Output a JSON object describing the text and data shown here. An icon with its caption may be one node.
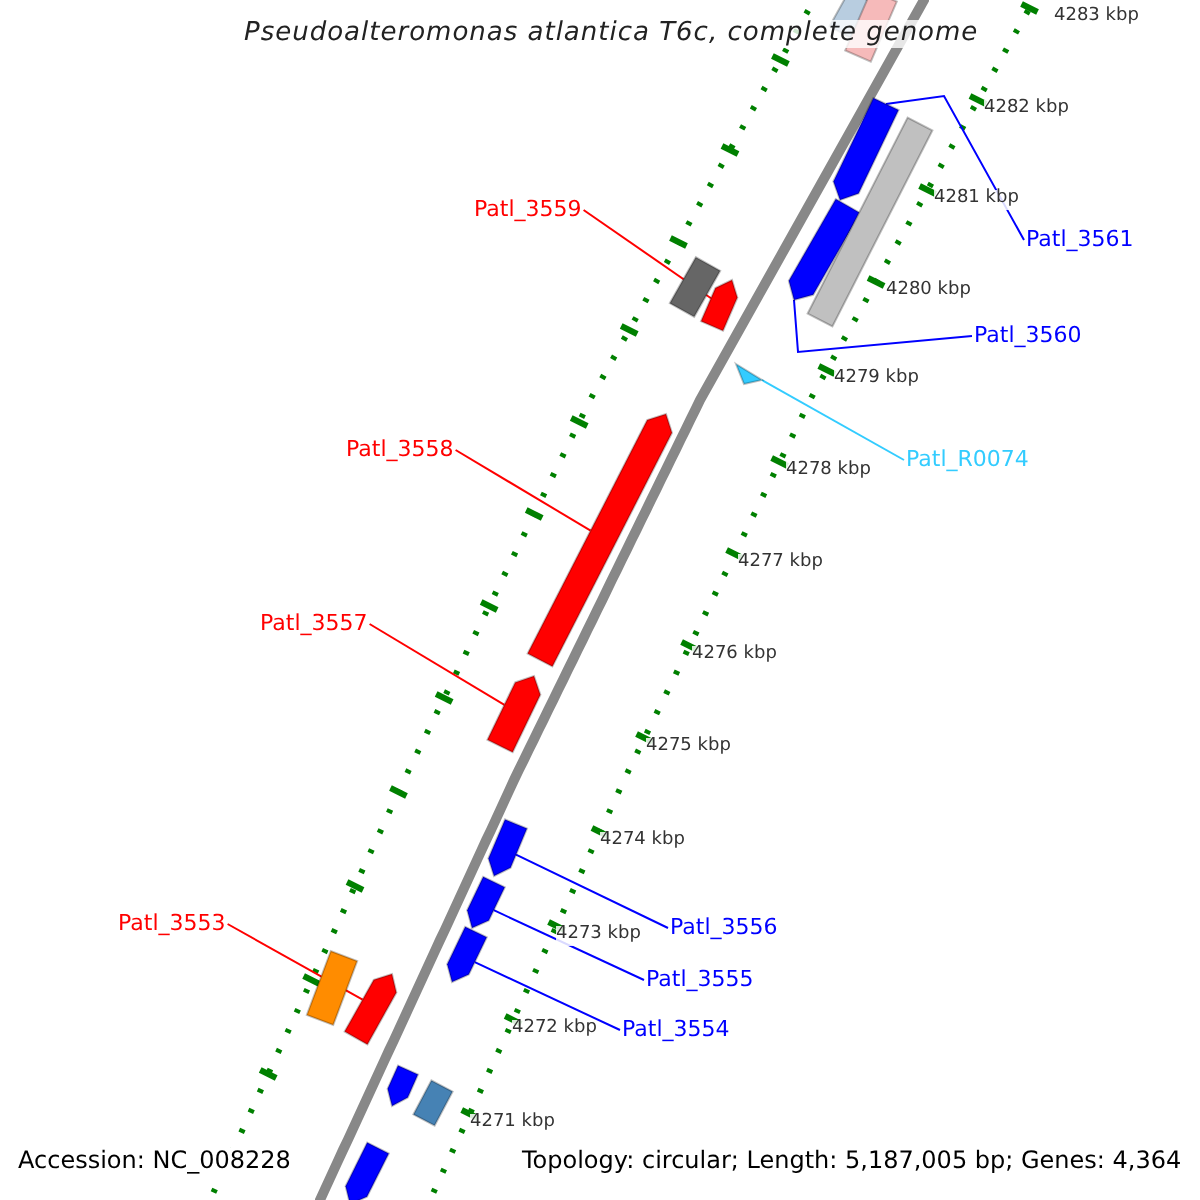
{
  "diagram": {
    "title": "Pseudoalteromonas atlantica T6c, complete genome",
    "nodes": [
      {
        "text": [
          "Patl_3559"
        ]
      },
      {
        "text": [],
        "shape": "arrow"
      },
      {
        "text": [
          "Patl_3561"
        ]
      },
      {
        "text": [],
        "shape": "arrow"
      },
      {
        "text": [
          "Patl_3560"
        ]
      },
      {
        "text": [],
        "shape": "arrow"
      },
      {
        "text": [
          "Patl_3558"
        ]
      },
      {
        "text": [],
        "shape": "arrow"
      },
      {
        "text": [
          "Patl_R0074"
        ]
      },
      {
        "text": [],
        "shape": "triangle"
      },
      {
        "text": [
          "Patl_3557"
        ]
      },
      {
        "text": [],
        "shape": "arrow"
      },
      {
        "text": [
          "Patl_3556"
        ]
      },
      {
        "text": [],
        "shape": "arrow"
      },
      {
        "text": [
          "Patl_3555"
        ]
      },
      {
        "text": [],
        "shape": "arrow"
      },
      {
        "text": [
          "Patl_3553"
        ]
      },
      {
        "text": [],
        "shape": "arrow"
      },
      {
        "text": [
          "Patl_3554"
        ]
      },
      {
        "text": [],
        "shape": "arrow"
      },
      {
        "text": [],
        "shape": "bar"
      },
      {
        "text": [],
        "shape": "bar"
      },
      {
        "text": [],
        "shape": "bar"
      },
      {
        "text": [],
        "shape": "bar"
      },
      {
        "text": [],
        "shape": "bar"
      },
      {
        "text": [],
        "shape": "arrow"
      },
      {
        "text": [],
        "shape": "bar"
      },
      {
        "text": [],
        "shape": "arrow"
      }
    ],
    "edges": [
      {
        "from": 0,
        "to": 1,
        "arrow": "none",
        "color": "#ff0000"
      },
      {
        "from": 2,
        "to": 3,
        "arrow": "none",
        "color": "#0000ff"
      },
      {
        "from": 4,
        "to": 5,
        "arrow": "none",
        "color": "#0000ff"
      },
      {
        "from": 6,
        "to": 7,
        "arrow": "none",
        "color": "#ff0000"
      },
      {
        "from": 8,
        "to": 9,
        "arrow": "none",
        "color": "#33ccff"
      },
      {
        "from": 10,
        "to": 11,
        "arrow": "none",
        "color": "#ff0000"
      },
      {
        "from": 12,
        "to": 13,
        "arrow": "none",
        "color": "#0000ff"
      },
      {
        "from": 14,
        "to": 15,
        "arrow": "none",
        "color": "#0000ff"
      },
      {
        "from": 16,
        "to": 17,
        "arrow": "none",
        "color": "#ff0000"
      },
      {
        "from": 18,
        "to": 19,
        "arrow": "none",
        "color": "#0000ff"
      }
    ],
    "labels": [
      "4283 kbp",
      "4282 kbp",
      "4281 kbp",
      "4280 kbp",
      "4279 kbp",
      "4278 kbp",
      "4277 kbp",
      "4276 kbp",
      "4275 kbp",
      "4274 kbp",
      "4273 kbp",
      "4272 kbp",
      "4271 kbp",
      "Accession: NC_008228",
      "Topology: circular; Length: 5,187,005 bp; Genes: 4,364"
    ]
  }
}
